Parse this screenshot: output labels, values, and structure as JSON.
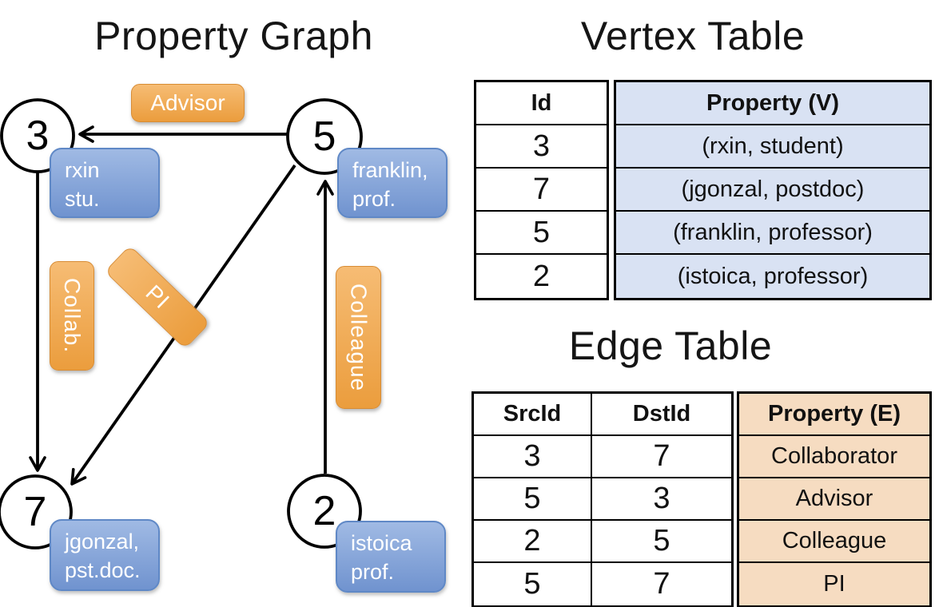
{
  "graph": {
    "title": "Property Graph",
    "nodes": [
      {
        "id": "3",
        "label_line1": "rxin",
        "label_line2": "stu."
      },
      {
        "id": "5",
        "label_line1": "franklin,",
        "label_line2": "prof."
      },
      {
        "id": "7",
        "label_line1": "jgonzal,",
        "label_line2": "pst.doc."
      },
      {
        "id": "2",
        "label_line1": "istoica",
        "label_line2": "prof."
      }
    ],
    "edges": [
      {
        "src": "5",
        "dst": "3",
        "label": "Advisor"
      },
      {
        "src": "3",
        "dst": "7",
        "label": "Collab."
      },
      {
        "src": "5",
        "dst": "7",
        "label": "PI"
      },
      {
        "src": "2",
        "dst": "5",
        "label": "Colleague"
      }
    ]
  },
  "vertex_table": {
    "title": "Vertex Table",
    "headers": {
      "id": "Id",
      "property": "Property (V)"
    },
    "rows": [
      {
        "id": "3",
        "property": "(rxin, student)"
      },
      {
        "id": "7",
        "property": "(jgonzal, postdoc)"
      },
      {
        "id": "5",
        "property": "(franklin, professor)"
      },
      {
        "id": "2",
        "property": "(istoica, professor)"
      }
    ]
  },
  "edge_table": {
    "title": "Edge Table",
    "headers": {
      "src": "SrcId",
      "dst": "DstId",
      "property": "Property (E)"
    },
    "rows": [
      {
        "src": "3",
        "dst": "7",
        "property": "Collaborator"
      },
      {
        "src": "5",
        "dst": "3",
        "property": "Advisor"
      },
      {
        "src": "2",
        "dst": "5",
        "property": "Colleague"
      },
      {
        "src": "5",
        "dst": "7",
        "property": "PI"
      }
    ]
  },
  "colors": {
    "vertex_property_cell": "#d9e2f3",
    "edge_property_cell": "#f6dcc1",
    "edge_label_orange": "#eb9d3d",
    "node_property_blue": "#7093cf",
    "line_black": "#000000"
  }
}
